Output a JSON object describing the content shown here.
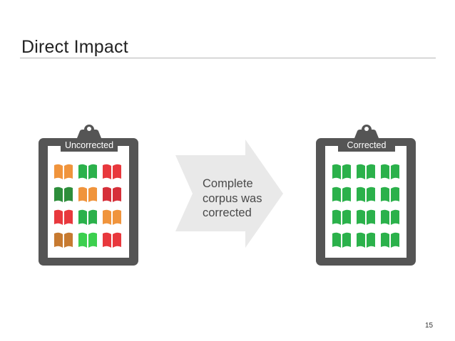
{
  "slide": {
    "title": "Direct Impact",
    "page_number": "15"
  },
  "clipboards": [
    {
      "label": "Uncorrected",
      "book_colors": [
        [
          "#f0943c",
          "#2bb14b",
          "#e8383d"
        ],
        [
          "#2d8e3b",
          "#f0943c",
          "#d6303a"
        ],
        [
          "#e8383d",
          "#2bb14b",
          "#f0943c"
        ],
        [
          "#c77a30",
          "#3ccf4e",
          "#e8383d"
        ]
      ]
    },
    {
      "label": "Corrected",
      "book_colors": [
        [
          "#2bb14b",
          "#2bb14b",
          "#2bb14b"
        ],
        [
          "#2bb14b",
          "#2bb14b",
          "#2bb14b"
        ],
        [
          "#2bb14b",
          "#2bb14b",
          "#2bb14b"
        ],
        [
          "#2bb14b",
          "#2bb14b",
          "#2bb14b"
        ]
      ]
    }
  ],
  "arrow": {
    "lines": [
      "Complete",
      "corpus was",
      "corrected"
    ]
  },
  "colors": {
    "board": "#555555",
    "paper": "#ffffff",
    "arrow_fill": "#e9e9e9"
  },
  "icons": [
    "clipboard-icon",
    "book-icon",
    "arrow-right-icon"
  ]
}
